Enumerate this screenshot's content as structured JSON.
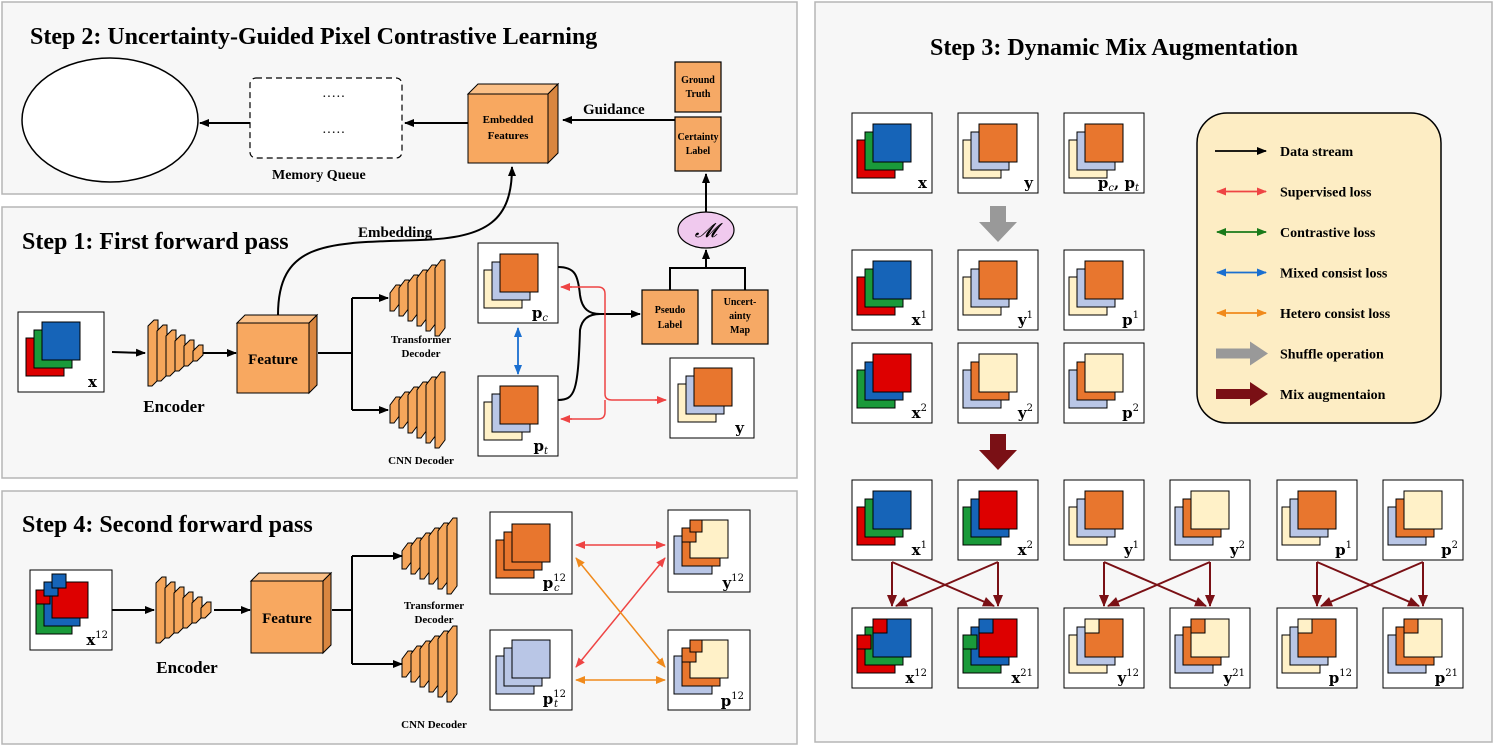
{
  "step1": {
    "title": "Step 1: First forward pass",
    "encoder": "Encoder",
    "feature": "Feature",
    "transformer_decoder": [
      "Transformer",
      "Decoder"
    ],
    "cnn_decoder": "CNN Decoder",
    "embedding": "Embedding",
    "pseudo_label": [
      "Pseudo",
      "Label"
    ],
    "uncertainty_map": [
      "Uncert-",
      "ainty",
      "Map"
    ],
    "operator": "𝓜",
    "labels": {
      "x": "x",
      "pc": "p",
      "pc_sub": "c",
      "pt": "p",
      "pt_sub": "t",
      "y": "y"
    }
  },
  "step2": {
    "title": "Step 2: Uncertainty-Guided Pixel Contrastive Learning",
    "memory_queue": "Memory Queue",
    "dots": "·····",
    "embedded_features": [
      "Embedded",
      "Features"
    ],
    "guidance": "Guidance",
    "ground_truth": [
      "Ground",
      "Truth"
    ],
    "certainty_label": [
      "Certainty",
      "Label"
    ]
  },
  "step3": {
    "title": "Step 3: Dynamic Mix Augmentation",
    "row0": [
      {
        "b": "x",
        "s": ""
      },
      {
        "b": "y",
        "s": ""
      },
      {
        "b": "p",
        "s": "c",
        "c": ", ",
        "b2": "p",
        "s2": "t"
      }
    ],
    "row1": [
      {
        "b": "x",
        "s": "1"
      },
      {
        "b": "y",
        "s": "1"
      },
      {
        "b": "p",
        "s": "1"
      }
    ],
    "row2": [
      {
        "b": "x",
        "s": "2"
      },
      {
        "b": "y",
        "s": "2"
      },
      {
        "b": "p",
        "s": "2"
      }
    ],
    "row3": [
      {
        "b": "x",
        "s": "1"
      },
      {
        "b": "x",
        "s": "2"
      },
      {
        "b": "y",
        "s": "1"
      },
      {
        "b": "y",
        "s": "2"
      },
      {
        "b": "p",
        "s": "1"
      },
      {
        "b": "p",
        "s": "2"
      }
    ],
    "row4": [
      {
        "b": "x",
        "s": "12"
      },
      {
        "b": "x",
        "s": "21"
      },
      {
        "b": "y",
        "s": "12"
      },
      {
        "b": "y",
        "s": "21"
      },
      {
        "b": "p",
        "s": "12"
      },
      {
        "b": "p",
        "s": "21"
      }
    ]
  },
  "step4": {
    "title": "Step 4: Second forward pass",
    "encoder": "Encoder",
    "feature": "Feature",
    "transformer_decoder": [
      "Transformer",
      "Decoder"
    ],
    "cnn_decoder": "CNN Decoder",
    "labels": {
      "x": "x",
      "x_sup": "12",
      "pc": "p",
      "pc_sub": "c",
      "pc_sup": "12",
      "pt": "p",
      "pt_sub": "t",
      "pt_sup": "12",
      "y": "y",
      "y_sup": "12",
      "p": "p",
      "p_sup": "12"
    }
  },
  "legend": [
    {
      "label": "Data stream",
      "color": "#000000",
      "kind": "arrow"
    },
    {
      "label": "Supervised loss",
      "color": "#ee4444",
      "kind": "double"
    },
    {
      "label": "Contrastive loss",
      "color": "#1a7a1a",
      "kind": "double"
    },
    {
      "label": "Mixed consist loss",
      "color": "#1a6fd0",
      "kind": "double"
    },
    {
      "label": "Hetero consist loss",
      "color": "#f08a1c",
      "kind": "double"
    },
    {
      "label": "Shuffle operation",
      "color": "#999999",
      "kind": "thick"
    },
    {
      "label": "Mix augmentaion",
      "color": "#7a1015",
      "kind": "thick"
    }
  ],
  "colors": {
    "red": "#dd0000",
    "green": "#1a9a3a",
    "blue": "#1664b8",
    "orange": "#e8762e",
    "cream": "#fff1c8",
    "lavender": "#b9c6e6",
    "encoder": "#f5a65b",
    "feature": "#f8a860",
    "legend_bg": "#fdedc4",
    "pink": "#f0c9ee"
  }
}
